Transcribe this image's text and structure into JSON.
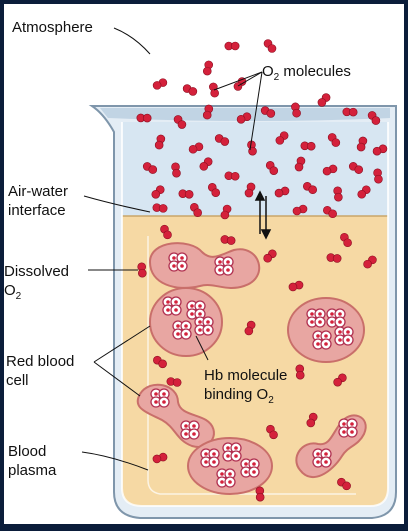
{
  "labels": {
    "atmosphere": "Atmosphere",
    "o2_molecules": "O",
    "o2_molecules_sub": "2",
    "o2_molecules_tail": " molecules",
    "air_water_1": "Air-water",
    "air_water_2": "interface",
    "dissolved_1": "Dissolved",
    "dissolved_2": "O",
    "dissolved_2_sub": "2",
    "rbc_1": "Red blood",
    "rbc_2": "cell",
    "hb_1": "Hb molecule",
    "hb_2": "binding O",
    "hb_2_sub": "2",
    "plasma_1": "Blood",
    "plasma_2": "plasma"
  },
  "colors": {
    "frame": "#0b1d3a",
    "panel": "#ffffff",
    "water_top": "#cfe0ef",
    "plasma": "#f6d9a4",
    "rbc": "#e8a6a2",
    "rbc_stroke": "#c96f6a",
    "o2": "#d4213b"
  }
}
